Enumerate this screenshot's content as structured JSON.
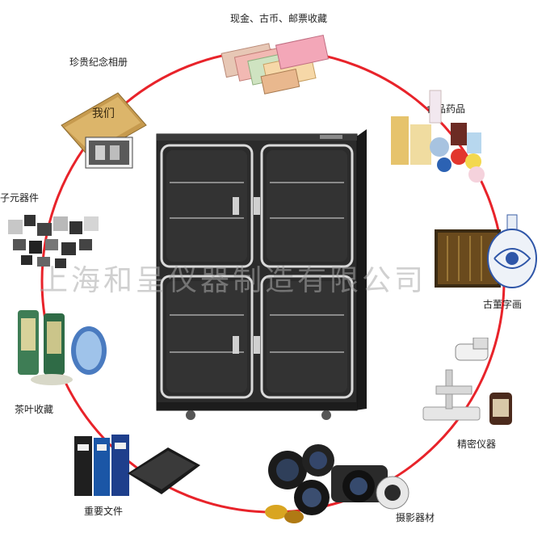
{
  "labels": {
    "money": "现金、古币、邮票收藏",
    "album": "珍贵纪念相册",
    "food": "食品药品",
    "electronics": "子元器件",
    "antique": "古董字画",
    "tea": "茶叶收藏",
    "instrument": "精密仪器",
    "docs": "重要文件",
    "camera": "摄影器材"
  },
  "album_text": "我们",
  "watermark": "上海和呈仪器制造有限公司",
  "colors": {
    "ring": "#e8232a",
    "cabinet_body": "#2b2b2b",
    "frame_edge": "#d9d9d9"
  }
}
